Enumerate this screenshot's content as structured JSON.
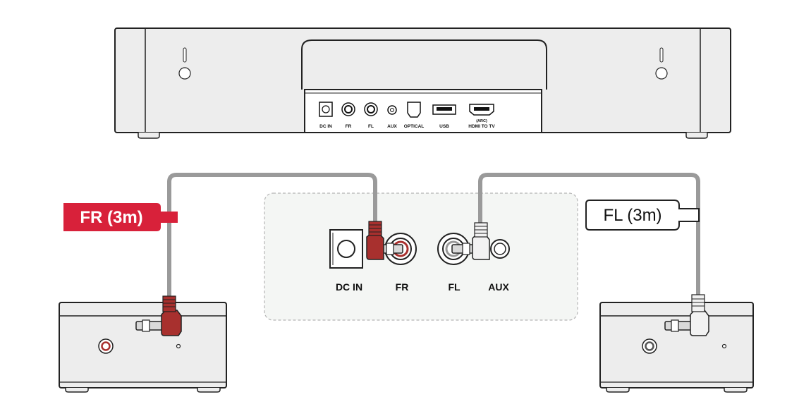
{
  "soundbar": {
    "ports": {
      "dc_in": "DC IN",
      "fr": "FR",
      "fl": "FL",
      "aux": "AUX",
      "optical": "OPTICAL",
      "usb": "USB",
      "hdmi_top": "(ARC)",
      "hdmi": "HDMI TO TV"
    }
  },
  "zoom_panel": {
    "labels": {
      "dc_in": "DC IN",
      "fr": "FR",
      "fl": "FL",
      "aux": "AUX"
    }
  },
  "cables": {
    "fr": {
      "label": "FR (3m)",
      "color": "#d8213a",
      "plug_color": "#a8302e"
    },
    "fl": {
      "label": "FL (3m)",
      "color": "#ffffff",
      "plug_color": "#f2f2f2"
    }
  },
  "colors": {
    "device_fill": "#ededed",
    "device_stroke": "#222222",
    "cable": "#9a9a9a",
    "panel_bg": "#f4f6f4"
  }
}
